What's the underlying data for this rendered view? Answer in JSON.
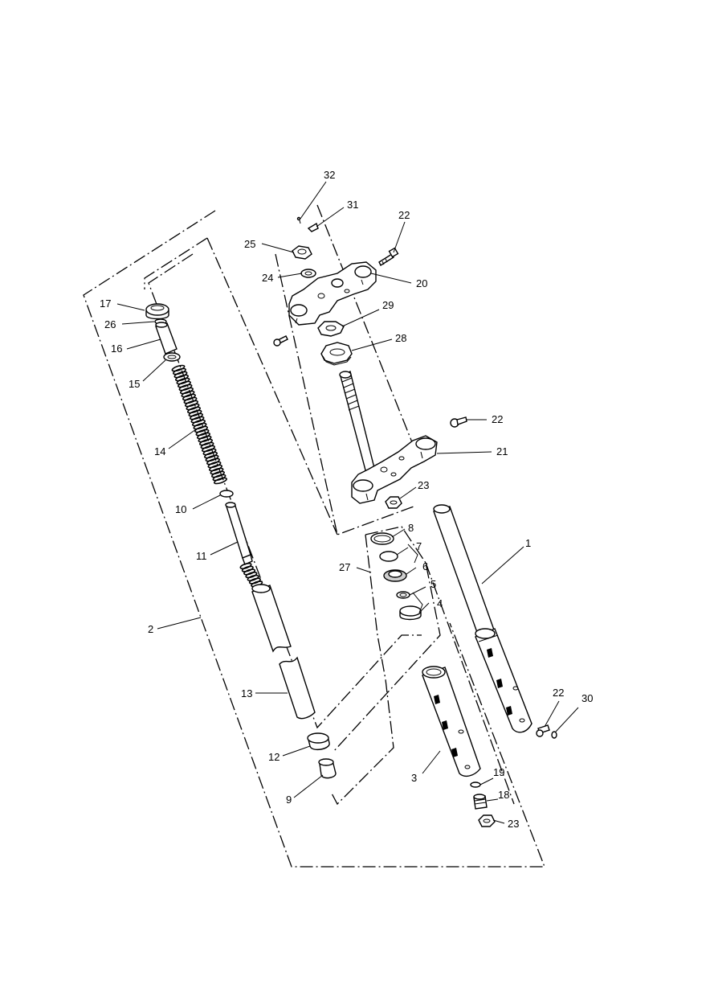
{
  "callouts": [
    {
      "id": "1",
      "text": "1"
    },
    {
      "id": "2",
      "text": "2"
    },
    {
      "id": "3",
      "text": "3"
    },
    {
      "id": "4",
      "text": "4"
    },
    {
      "id": "5",
      "text": "5"
    },
    {
      "id": "6",
      "text": "6"
    },
    {
      "id": "7",
      "text": "7"
    },
    {
      "id": "8",
      "text": "8"
    },
    {
      "id": "9",
      "text": "9"
    },
    {
      "id": "10",
      "text": "10"
    },
    {
      "id": "11",
      "text": "11"
    },
    {
      "id": "12",
      "text": "12"
    },
    {
      "id": "13",
      "text": "13"
    },
    {
      "id": "14",
      "text": "14"
    },
    {
      "id": "15",
      "text": "15"
    },
    {
      "id": "16",
      "text": "16"
    },
    {
      "id": "17",
      "text": "17"
    },
    {
      "id": "18",
      "text": "18"
    },
    {
      "id": "19",
      "text": "19"
    },
    {
      "id": "20",
      "text": "20"
    },
    {
      "id": "21",
      "text": "21"
    },
    {
      "id": "22a",
      "text": "22"
    },
    {
      "id": "22b",
      "text": "22"
    },
    {
      "id": "22c",
      "text": "22"
    },
    {
      "id": "23a",
      "text": "23"
    },
    {
      "id": "23b",
      "text": "23"
    },
    {
      "id": "24",
      "text": "24"
    },
    {
      "id": "25",
      "text": "25"
    },
    {
      "id": "26",
      "text": "26"
    },
    {
      "id": "27",
      "text": "27"
    },
    {
      "id": "28",
      "text": "28"
    },
    {
      "id": "29",
      "text": "29"
    },
    {
      "id": "30",
      "text": "30"
    },
    {
      "id": "31",
      "text": "31"
    },
    {
      "id": "32",
      "text": "32"
    }
  ]
}
